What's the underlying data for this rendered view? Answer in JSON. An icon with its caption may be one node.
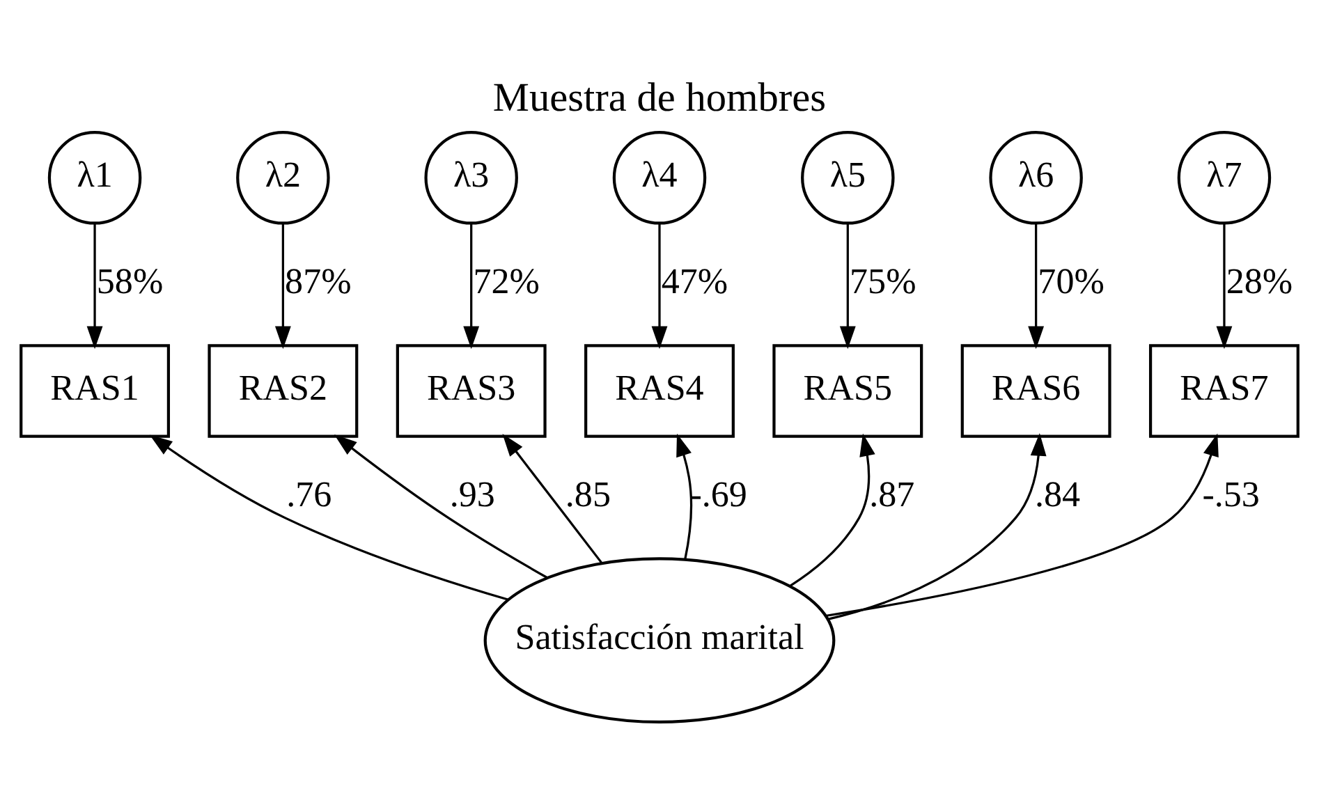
{
  "diagram": {
    "title": "Muestra de hombres",
    "nodes": [
      {
        "text": [
          "λ1"
        ]
      },
      {
        "text": [
          "λ2"
        ]
      },
      {
        "text": [
          "λ3"
        ]
      },
      {
        "text": [
          "λ4"
        ]
      },
      {
        "text": [
          "λ5"
        ]
      },
      {
        "text": [
          "λ6"
        ]
      },
      {
        "text": [
          "λ7"
        ]
      },
      {
        "text": [
          "RAS1"
        ]
      },
      {
        "text": [
          "RAS2"
        ]
      },
      {
        "text": [
          "RAS3"
        ]
      },
      {
        "text": [
          "RAS4"
        ]
      },
      {
        "text": [
          "RAS5"
        ]
      },
      {
        "text": [
          "RAS6"
        ]
      },
      {
        "text": [
          "RAS7"
        ]
      },
      {
        "text": [
          "Satisfacción marital"
        ]
      }
    ],
    "edges": [
      {
        "from": 0,
        "to": 7,
        "arrow": "to",
        "label": "58%"
      },
      {
        "from": 1,
        "to": 8,
        "arrow": "to",
        "label": "87%"
      },
      {
        "from": 2,
        "to": 9,
        "arrow": "to",
        "label": "72%"
      },
      {
        "from": 3,
        "to": 10,
        "arrow": "to",
        "label": "47%"
      },
      {
        "from": 4,
        "to": 11,
        "arrow": "to",
        "label": "75%"
      },
      {
        "from": 5,
        "to": 12,
        "arrow": "to",
        "label": "70%"
      },
      {
        "from": 6,
        "to": 13,
        "arrow": "to",
        "label": "28%"
      },
      {
        "from": 14,
        "to": 7,
        "arrow": "to",
        "label": ".76"
      },
      {
        "from": 14,
        "to": 8,
        "arrow": "to",
        "label": ".93"
      },
      {
        "from": 14,
        "to": 9,
        "arrow": "to",
        "label": ".85"
      },
      {
        "from": 14,
        "to": 10,
        "arrow": "to",
        "label": "-.69"
      },
      {
        "from": 14,
        "to": 11,
        "arrow": "to",
        "label": ".87"
      },
      {
        "from": 14,
        "to": 12,
        "arrow": "to",
        "label": ".84"
      },
      {
        "from": 14,
        "to": 13,
        "arrow": "to",
        "label": "-.53"
      }
    ]
  }
}
